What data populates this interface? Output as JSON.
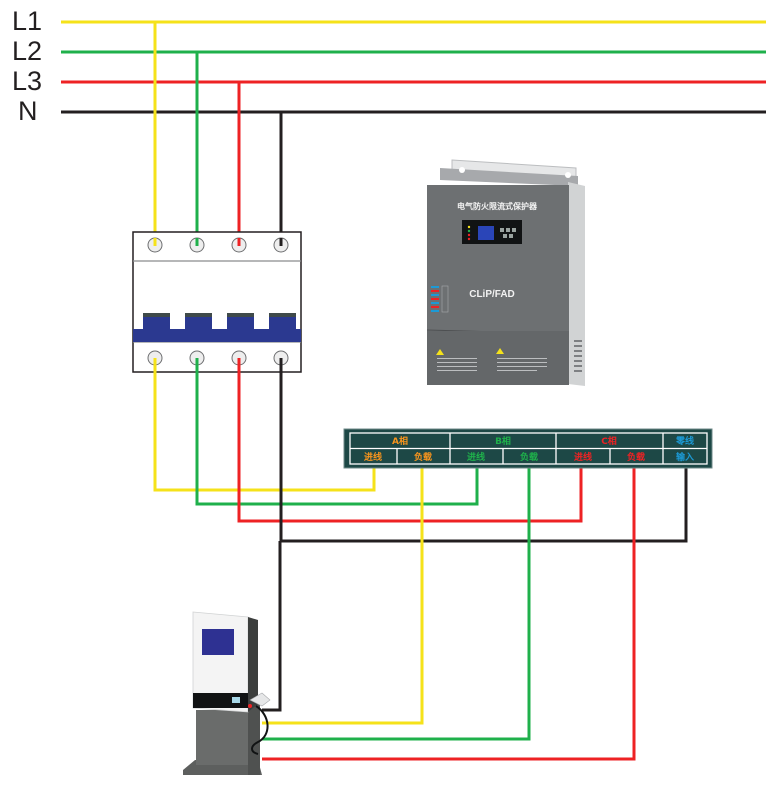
{
  "bus": {
    "lines": [
      {
        "label": "L1",
        "color": "#f5e21a"
      },
      {
        "label": "L2",
        "color": "#1fb04b"
      },
      {
        "label": "L3",
        "color": "#ee2224"
      },
      {
        "label": "N",
        "color": "#231f20"
      }
    ]
  },
  "breaker": {
    "poles": 4,
    "handle_color": "#2b3990",
    "handle_top_color": "#3f4a4a"
  },
  "protector": {
    "title": "电气防火限流式保护器",
    "model": "CLiP/FAD",
    "body_color": "#6d7072",
    "screen_color": "#2a45b8"
  },
  "terminal_block": {
    "bg_color": "#1d4846",
    "groups": [
      {
        "label": "A相",
        "color": "#f7941d",
        "terminals": [
          "进线",
          "负载"
        ]
      },
      {
        "label": "B相",
        "color": "#1fb04b",
        "terminals": [
          "进线",
          "负载"
        ]
      },
      {
        "label": "C相",
        "color": "#ee2224",
        "terminals": [
          "进线",
          "负载"
        ]
      },
      {
        "label": "零线",
        "color": "#1c9ad6",
        "terminals": [
          "输入"
        ]
      }
    ]
  },
  "charger": {
    "screen_color": "#2e3192",
    "body_color": "#f4f4f4",
    "base_color": "#5d5f5e"
  }
}
